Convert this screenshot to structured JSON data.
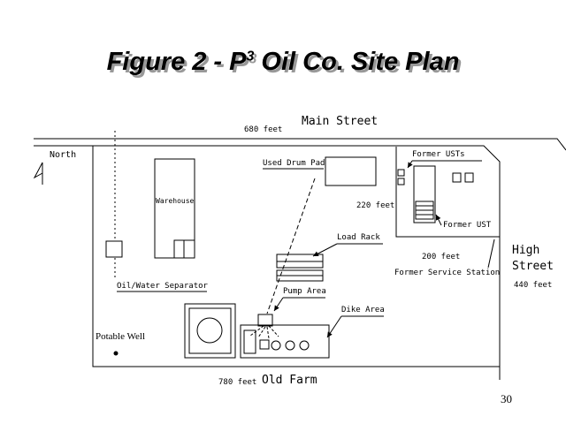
{
  "slide": {
    "title": {
      "prefix": "Figure 2 - P",
      "superscript": "3",
      "suffix": " Oil Co. Site Plan"
    },
    "page_number": "30"
  },
  "compass": {
    "north_label": "North"
  },
  "streets": {
    "main_street": "Main Street",
    "high_street_line1": "High",
    "high_street_line2": "Street",
    "old_farm": "Old Farm"
  },
  "features": {
    "warehouse": "Warehouse",
    "used_drum_pad": "Used Drum Pad",
    "former_usts": "Former USTs",
    "former_ust": "Former UST",
    "load_rack": "Load Rack",
    "pump_area": "Pump Area",
    "dike_area": "Dike Area",
    "oil_water_separator": "Oil/Water Separator",
    "potable_well": "Potable Well",
    "former_service_station": "Former Service Station"
  },
  "dimensions": {
    "main_street": "680 feet",
    "service_station_side": "220 feet",
    "service_station_front": "200 feet",
    "high_street": "440 feet",
    "old_farm_side": "780 feet"
  },
  "colors": {
    "ink": "#000000",
    "title_shadow": "#999999",
    "background": "#ffffff"
  }
}
